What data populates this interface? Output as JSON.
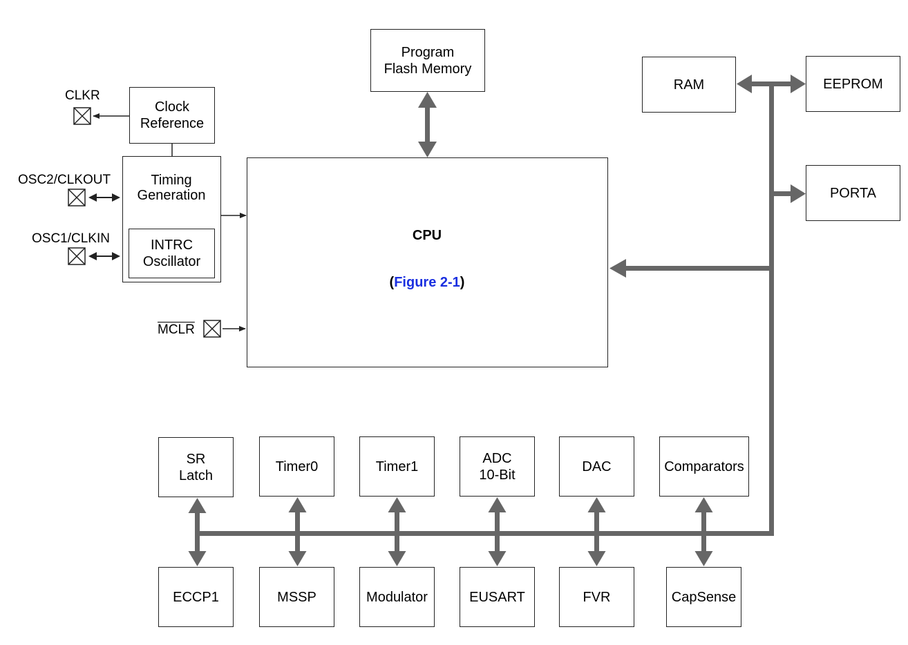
{
  "colors": {
    "bus": "#666666",
    "border": "#222222",
    "link": "#1a2fe0"
  },
  "blocks": {
    "program_flash": "Program\nFlash Memory",
    "clock_reference": "Clock\nReference",
    "timing_generation": "Timing\nGeneration",
    "intrc": "INTRC\nOscillator",
    "cpu": "CPU",
    "cpu_ref_open": "(",
    "cpu_ref_link": "Figure 2-1",
    "cpu_ref_close": ")",
    "ram": "RAM",
    "eeprom": "EEPROM",
    "porta": "PORTA"
  },
  "pins": {
    "clkr": "CLKR",
    "osc2": "OSC2/CLKOUT",
    "osc1": "OSC1/CLKIN",
    "mclr": "MCLR"
  },
  "peripherals_top": [
    {
      "label": "SR\nLatch"
    },
    {
      "label": "Timer0"
    },
    {
      "label": "Timer1"
    },
    {
      "label": "ADC\n10-Bit"
    },
    {
      "label": "DAC"
    },
    {
      "label": "Comparators"
    }
  ],
  "peripherals_bottom": [
    {
      "label": "ECCP1"
    },
    {
      "label": "MSSP"
    },
    {
      "label": "Modulator"
    },
    {
      "label": "EUSART"
    },
    {
      "label": "FVR"
    },
    {
      "label": "CapSense"
    }
  ]
}
